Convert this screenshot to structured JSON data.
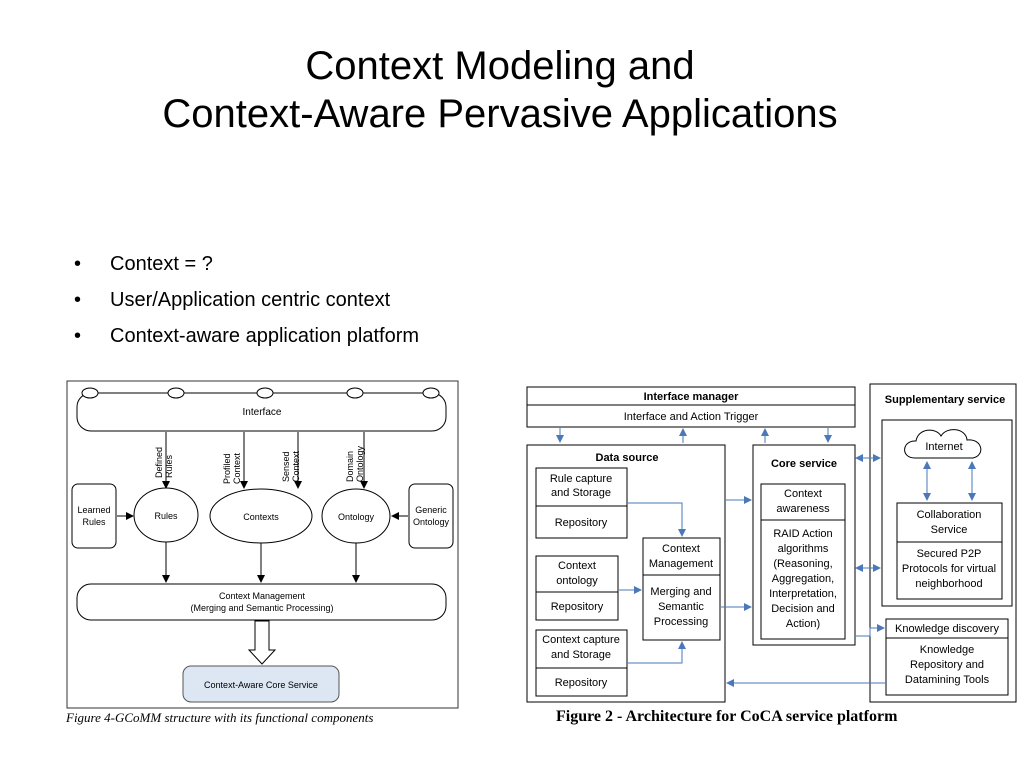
{
  "slide": {
    "title_line1": "Context Modeling and",
    "title_line2": "Context-Aware Pervasive Applications",
    "bullets": [
      "Context = ?",
      "User/Application centric context",
      "Context-aware application platform"
    ],
    "bullet_glyph": "•"
  },
  "fig_left": {
    "interface": "Interface",
    "arrow_labels": [
      {
        "l1": "Defined",
        "l2": "Rules"
      },
      {
        "l1": "Profiled",
        "l2": "Context"
      },
      {
        "l1": "Sensed",
        "l2": "Context"
      },
      {
        "l1": "Domain",
        "l2": "Ontology"
      }
    ],
    "learned_rules": {
      "l1": "Learned",
      "l2": "Rules"
    },
    "rules": "Rules",
    "contexts": "Contexts",
    "ontology": "Ontology",
    "generic_ontology": {
      "l1": "Generic",
      "l2": "Ontology"
    },
    "context_management": {
      "l1": "Context Management",
      "l2": "(Merging and Semantic Processing)"
    },
    "core_service": "Context-Aware Core Service",
    "caption": "Figure 4-GCoMM structure with its functional components"
  },
  "fig_right": {
    "interface_manager": "Interface manager",
    "interface_action": "Interface and Action Trigger",
    "supplementary": "Supplementary service",
    "data_source": "Data source",
    "rule_capture": {
      "l1": "Rule capture",
      "l2": "and Storage"
    },
    "repository": "Repository",
    "context_ontology": {
      "l1": "Context",
      "l2": "ontology"
    },
    "context_capture": {
      "l1": "Context capture",
      "l2": "and Storage"
    },
    "context_management": {
      "l1": "Context",
      "l2": "Management"
    },
    "merging": {
      "l1": "Merging and",
      "l2": "Semantic",
      "l3": "Processing"
    },
    "core_service": "Core service",
    "context_awareness": {
      "l1": "Context",
      "l2": "awareness"
    },
    "raid": {
      "l1": "RAID Action",
      "l2": "algorithms",
      "l3": "(Reasoning,",
      "l4": "Aggregation,",
      "l5": "Interpretation,",
      "l6": "Decision and",
      "l7": "Action)"
    },
    "internet": "Internet",
    "collaboration": {
      "l1": "Collaboration",
      "l2": "Service"
    },
    "secured": {
      "l1": "Secured P2P",
      "l2": "Protocols for virtual",
      "l3": "neighborhood"
    },
    "knowledge_discovery": "Knowledge discovery",
    "knowledge_repo": {
      "l1": "Knowledge",
      "l2": "Repository and",
      "l3": "Datamining Tools"
    },
    "caption": "Figure 2 - Architecture for CoCA service platform"
  },
  "colors": {
    "arrow_blue": "#4a78b8",
    "core_fill": "#dde6f3"
  }
}
